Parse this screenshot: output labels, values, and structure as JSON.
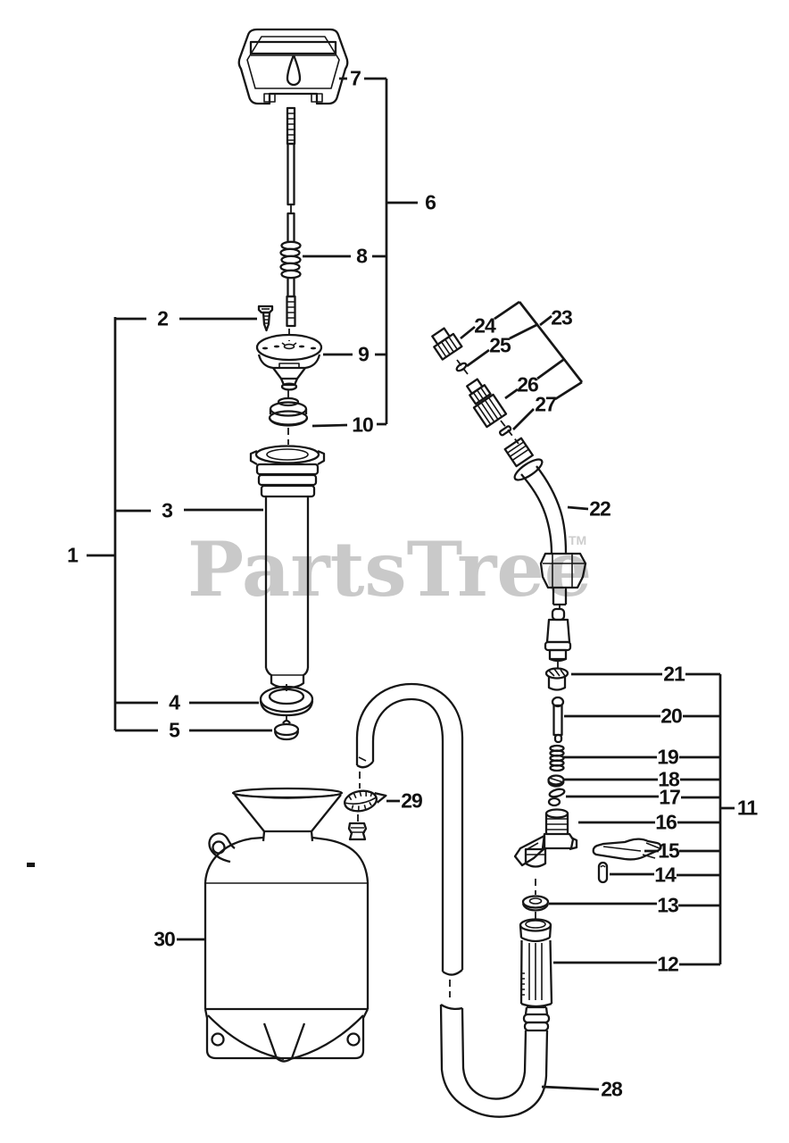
{
  "diagram": {
    "type": "exploded-parts-diagram",
    "subject": "hand pump garden sprayer",
    "background_color": "#ffffff",
    "line_color": "#161616"
  },
  "watermark": {
    "text": "PartsTree",
    "tm": "TM",
    "color": "#c9c9c9"
  },
  "callouts": [
    {
      "label": "1"
    },
    {
      "label": "2"
    },
    {
      "label": "3"
    },
    {
      "label": "4"
    },
    {
      "label": "5"
    },
    {
      "label": "6"
    },
    {
      "label": "7"
    },
    {
      "label": "8"
    },
    {
      "label": "9"
    },
    {
      "label": "10"
    },
    {
      "label": "11"
    },
    {
      "label": "12"
    },
    {
      "label": "13"
    },
    {
      "label": "14"
    },
    {
      "label": "15"
    },
    {
      "label": "16"
    },
    {
      "label": "17"
    },
    {
      "label": "18"
    },
    {
      "label": "19"
    },
    {
      "label": "20"
    },
    {
      "label": "21"
    },
    {
      "label": "22"
    },
    {
      "label": "23"
    },
    {
      "label": "24"
    },
    {
      "label": "25"
    },
    {
      "label": "26"
    },
    {
      "label": "27"
    },
    {
      "label": "28"
    },
    {
      "label": "29"
    },
    {
      "label": "30"
    }
  ],
  "assembly_groups": [
    {
      "bracket_label": "1",
      "members": [
        "2",
        "3",
        "4",
        "5"
      ]
    },
    {
      "bracket_label": "6",
      "members": [
        "7",
        "8",
        "9",
        "10"
      ]
    },
    {
      "bracket_label": "11",
      "members": [
        "21",
        "20",
        "19",
        "18",
        "17",
        "16",
        "15",
        "14",
        "13",
        "12"
      ]
    },
    {
      "bracket_label": "23",
      "members": [
        "24",
        "25",
        "26",
        "27"
      ]
    }
  ]
}
